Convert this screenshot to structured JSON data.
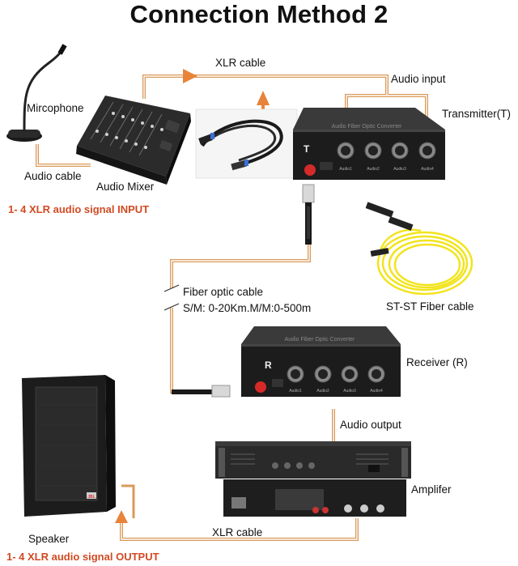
{
  "title": "Connection Method 2",
  "labels": {
    "xlr_cable_top": "XLR cable",
    "audio_input": "Audio input",
    "microphone": "Mircophone",
    "transmitter": "Transmitter(T)",
    "audio_cable": "Audio cable",
    "audio_mixer": "Audio Mixer",
    "input_note": "1- 4 XLR audio signal INPUT",
    "fiber_cable": "Fiber optic cable",
    "fiber_spec": "S/M: 0-20Km.M/M:0-500m",
    "st_cable": "ST-ST Fiber cable",
    "receiver": "Receiver (R)",
    "audio_output": "Audio output",
    "amplifier": "Amplifer",
    "speaker": "Speaker",
    "xlr_cable_bottom": "XLR cable",
    "output_note": "1- 4 XLR audio signal OUTPUT"
  },
  "devices": {
    "transmitter_face": "Audio Fiber Optic Converter",
    "transmitter_letter": "T",
    "receiver_face": "Audio Fiber Optic Converter",
    "receiver_letter": "R",
    "ports": [
      "Audio1",
      "Audio2",
      "Audio3",
      "Audio4"
    ],
    "speaker_brand": "JBL"
  },
  "colors": {
    "cable": "#d99a5a",
    "arrow": "#e8833a",
    "note": "#d24a22",
    "fiber": "#f2e41c"
  }
}
